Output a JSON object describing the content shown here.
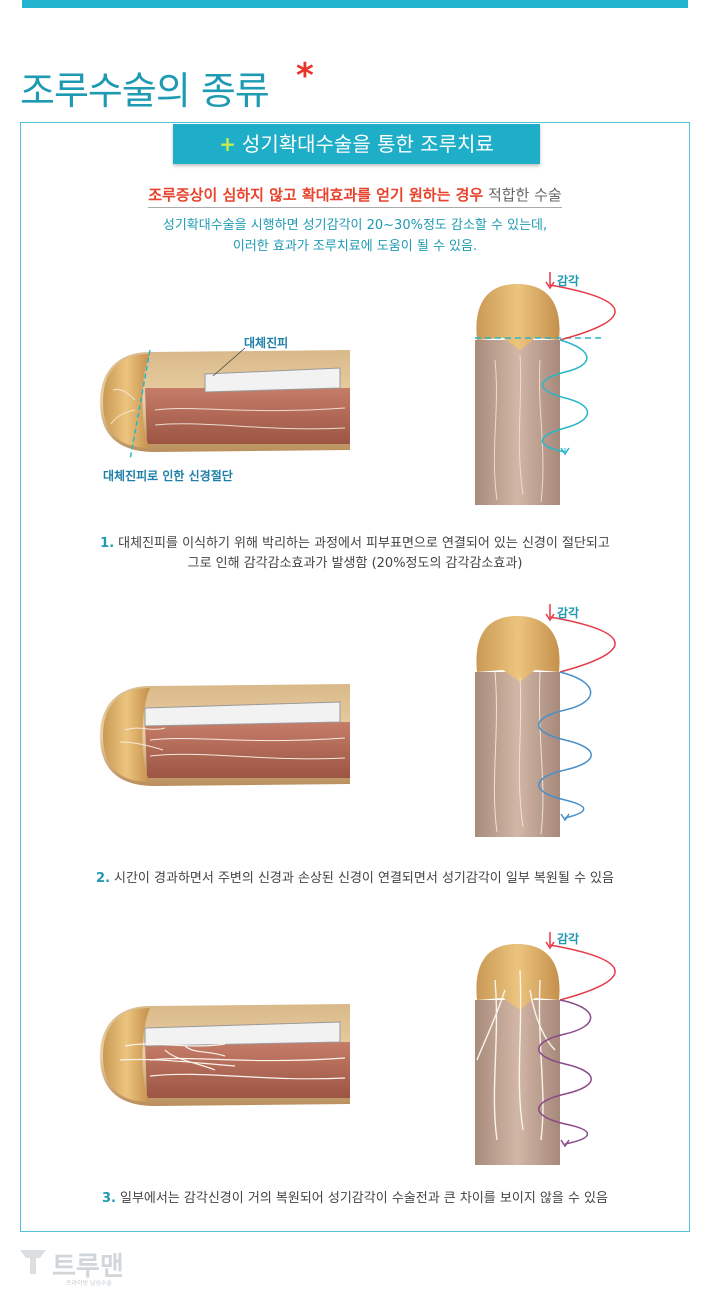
{
  "title": "조루수술의 종류",
  "title_star": "*",
  "banner": {
    "plus": "+",
    "text": "성기확대수술을 통한 조루치료"
  },
  "headline": {
    "red": "조루증상이 심하지 않고 확대효과를 얻기 원하는 경우",
    "rest": " 적합한 수술"
  },
  "desc": [
    "성기확대수술을 시행하면 성기감각이 20~30%정도 감소할 수 있는데,",
    "이러한 효과가 조루치료에 도움이 될 수 있음."
  ],
  "labels": {
    "graft": "대체진피",
    "nerve_cut": "대체진피로 인한 신경절단",
    "sensation": "감각"
  },
  "steps": [
    {
      "num": "1.",
      "lines": [
        "대체진피를 이식하기 위해 박리하는 과정에서 피부표면으로 연결되어 있는 신경이 절단되고",
        "그로 인해 감각감소효과가 발생함 (20%정도의 감각감소효과)"
      ]
    },
    {
      "num": "2.",
      "lines": [
        "시간이 경과하면서 주변의 신경과 손상된 신경이 연결되면서 성기감각이 일부 복원될 수 있음"
      ]
    },
    {
      "num": "3.",
      "lines": [
        "일부에서는 감각신경이 거의 복원되어 성기감각이 수술전과 큰 차이를 보이지 않을 수 있음"
      ]
    }
  ],
  "logo": {
    "name": "트루맨",
    "tagline": "프라이빗 남성수술"
  },
  "colors": {
    "accent": "#1eaec8",
    "title": "#1e9ab3",
    "red": "#e8432c",
    "wave_red": "#e63946",
    "wave_teal": "#27b6c8",
    "wave_blue": "#4a8fc8",
    "wave_purple": "#8a4a8a"
  }
}
